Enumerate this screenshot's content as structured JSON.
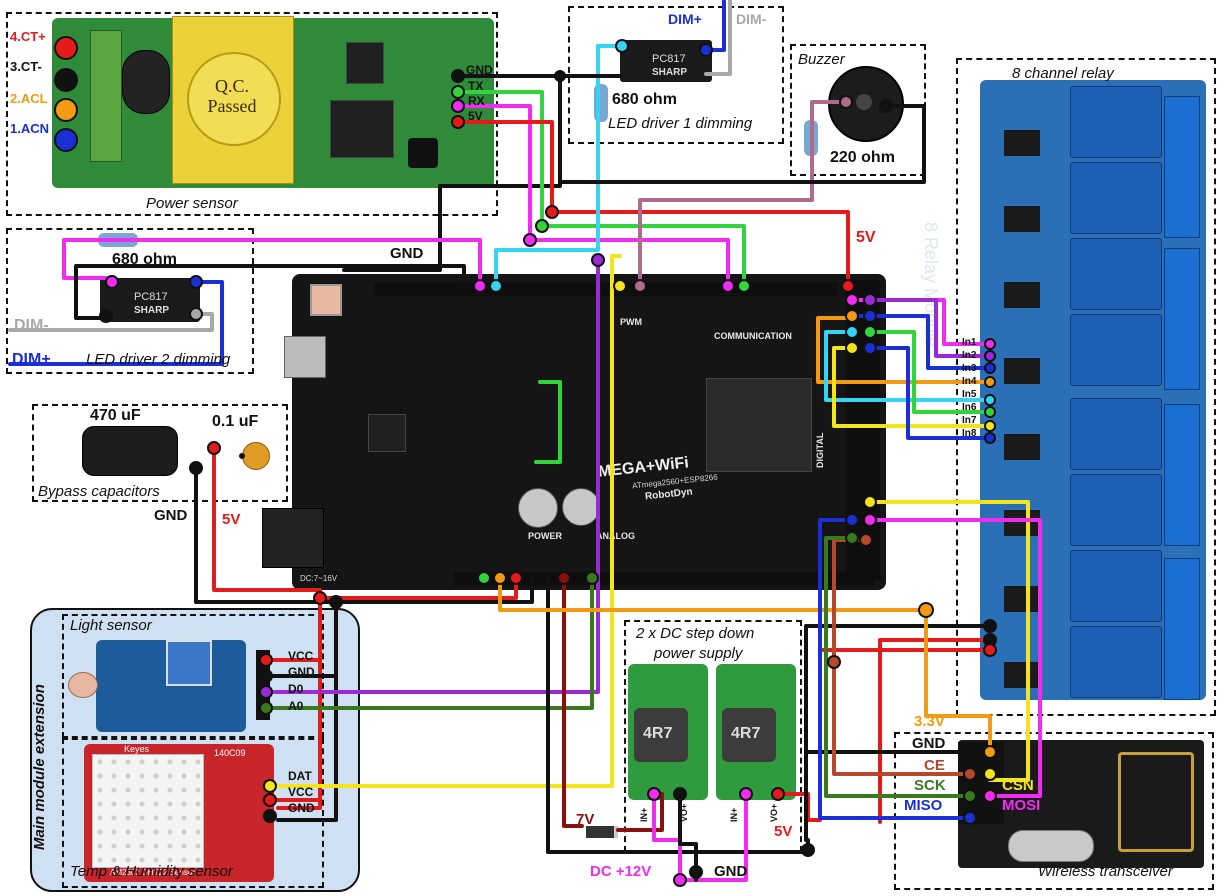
{
  "colors": {
    "red": "#e41b1b",
    "black": "#111111",
    "blue": "#1a2fd6",
    "orange": "#f29a12",
    "gray": "#a8a8a8",
    "cyan": "#35d4f2",
    "magenta": "#f02cf0",
    "green": "#32d43c",
    "purple": "#9a2ad8",
    "yellow": "#f4e41c",
    "brown": "#b3482a",
    "dark_green": "#3a7a1f",
    "mauve": "#b06a8a",
    "dark_red": "#8a1010"
  },
  "power_sensor": {
    "caption": "Power sensor",
    "terminals": [
      "4.CT+",
      "3.CT-",
      "2.ACL",
      "1.ACN"
    ],
    "pins": [
      "GND",
      "TX",
      "RX",
      "5V"
    ],
    "badge": "Q.C.\nPassed"
  },
  "led_driver_1": {
    "caption": "LED driver 1 dimming",
    "resistor": "680 ohm",
    "dim_plus": "DIM+",
    "dim_minus": "DIM-",
    "chip_text": "PC817",
    "chip_brand": "SHARP"
  },
  "led_driver_2": {
    "caption": "LED driver 2 dimming",
    "resistor": "680 ohm",
    "dim_plus": "DIM+",
    "dim_minus": "DIM-",
    "chip_text": "PC817",
    "chip_brand": "SHARP"
  },
  "buzzer": {
    "caption": "Buzzer",
    "resistor": "220 ohm"
  },
  "relay": {
    "caption": "8 channel relay",
    "board_text": "8 Relay Module",
    "inputs": [
      "In1",
      "In2",
      "In3",
      "In4",
      "In5",
      "In6",
      "In7",
      "In8"
    ]
  },
  "bypass": {
    "caption": "Bypass capacitors",
    "cap1": "470 uF",
    "cap2": "0.1 uF"
  },
  "main_board": {
    "name": "MEGA+WiFi",
    "sub": "ATmega2560+ESP8266",
    "brand": "RobotDyn",
    "label_5v": "5V",
    "label_gnd": "GND",
    "power_gnd": "GND",
    "power_5v": "5V",
    "dc_label": "DC:7~16V",
    "power_header": "POWER",
    "analog_header": "ANALOG",
    "comm_header": "COMMUNICATION",
    "pwm_header": "PWM",
    "digital_header": "DIGITAL"
  },
  "extension": {
    "caption": "Main module extension",
    "light": {
      "caption": "Light sensor",
      "pins": [
        "VCC",
        "GND",
        "D0",
        "A0"
      ]
    },
    "dht": {
      "caption": "Temp & Humidity sensor",
      "pins": [
        "DAT",
        "VCC",
        "GND"
      ],
      "board_top": "Keyes",
      "board_code": "140C09",
      "board_bottom": "AM2302 DHT22 Sensor"
    }
  },
  "step_down": {
    "caption_line1": "2 x DC step down",
    "caption_line2": "power supply",
    "inductor": "4R7",
    "label_7v": "7V",
    "label_5v": "5V",
    "label_12v": "DC +12V",
    "label_gnd": "GND",
    "pin_in_plus": "IN+",
    "pin_vo_plus": "VO+"
  },
  "wireless": {
    "caption": "Wireless transceiver",
    "left_pins": [
      "3.3V",
      "GND",
      "CE",
      "SCK",
      "MISO"
    ],
    "right_pins": [
      "CSN",
      "MOSI"
    ]
  }
}
